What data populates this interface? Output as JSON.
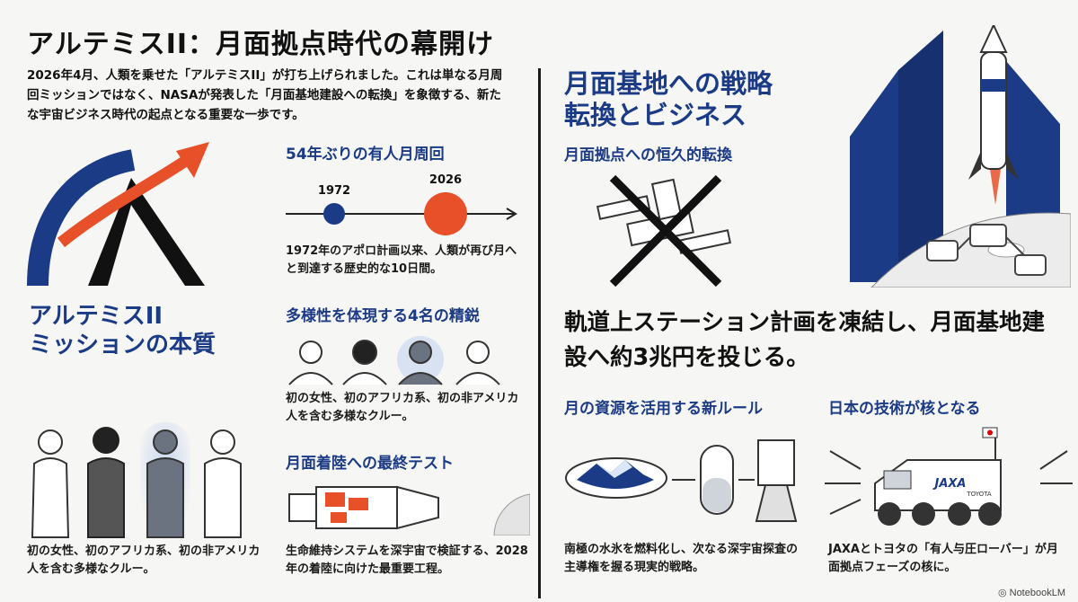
{
  "header": {
    "title": "アルテミスII：月面拠点時代の幕開け",
    "lead": "2026年4月、人類を乗せた「アルテミスII」が打ち上げられました。これは単なる月周回ミッションではなく、NASAが発表した「月面基地建設への転換」を象徴する、新たな宇宙ビジネス時代の起点となる重要な一歩です。"
  },
  "left": {
    "essence_heading": "アルテミスII\nミッションの本質",
    "crew_caption": "初の女性、初のアフリカ系、初の非アメリカ人を含む多様なクルー。",
    "timeline": {
      "heading": "54年ぶりの有人月周回",
      "year_left": "1972",
      "year_right": "2026",
      "caption": "1972年のアポロ計画以来、人類が再び月へと到達する歴史的な10日間。"
    },
    "diversity": {
      "heading": "多様性を体現する4名の精鋭",
      "caption": "初の女性、初のアフリカ系、初の非アメリカ人を含む多様なクルー。"
    },
    "final_test": {
      "heading": "月面着陸への最終テスト",
      "caption": "生命維持システムを深宇宙で検証する、2028年の着陸に向けた最重要工程。"
    }
  },
  "right": {
    "strategy_heading": "月面基地への戦略\n転換とビジネス",
    "permanent_heading": "月面拠点への恒久的転換",
    "headline": "軌道上ステーション計画を凍結し、月面基地建設へ約3兆円を投じる。",
    "resources": {
      "heading": "月の資源を活用する新ルール",
      "caption": "南極の水氷を燃料化し、次なる深宇宙探査の主導権を握る現実的戦略。"
    },
    "japan": {
      "heading": "日本の技術が核となる",
      "caption": "JAXAとトヨタの「有人与圧ローバー」が月面拠点フェーズの核に。",
      "rover_label_jaxa": "JAXA",
      "rover_label_toyota": "TOYOTA"
    }
  },
  "footer": {
    "brand": "NotebookLM"
  },
  "colors": {
    "blue": "#1c3b86",
    "orange": "#e8502a",
    "dark": "#111111"
  }
}
